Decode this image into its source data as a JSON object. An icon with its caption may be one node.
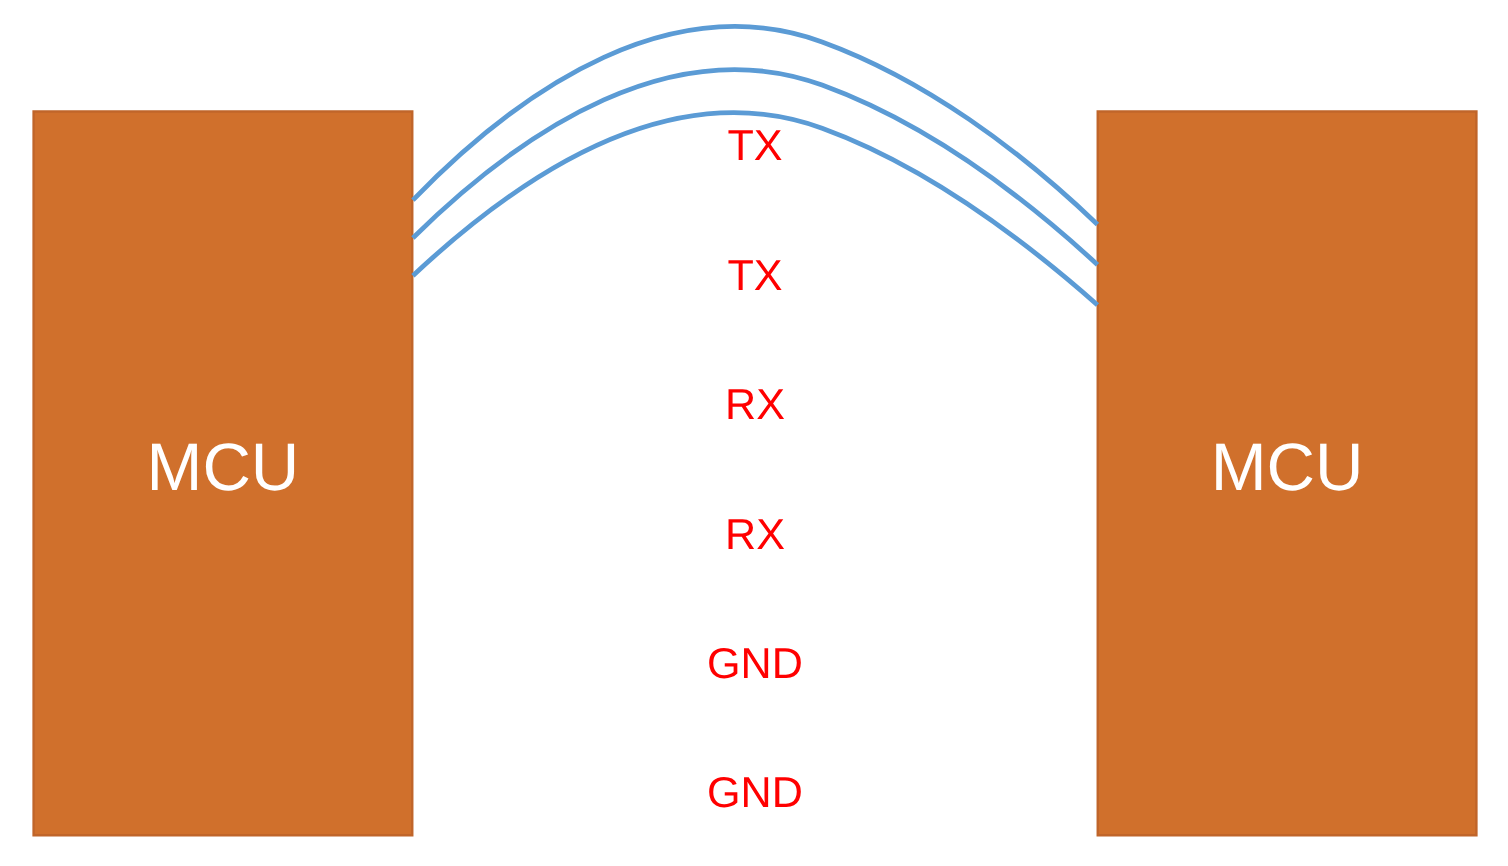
{
  "diagram": {
    "nodes": [
      {
        "text": [
          "MCU"
        ]
      },
      {
        "text": [
          "MCU"
        ]
      }
    ],
    "edges": [
      {
        "from": 0,
        "to": 1,
        "arrow": "none"
      },
      {
        "from": 0,
        "to": 1,
        "arrow": "none"
      },
      {
        "from": 0,
        "to": 1,
        "arrow": "none"
      }
    ],
    "labels": [
      "TX",
      "TX",
      "RX",
      "RX",
      "GND",
      "GND"
    ]
  }
}
